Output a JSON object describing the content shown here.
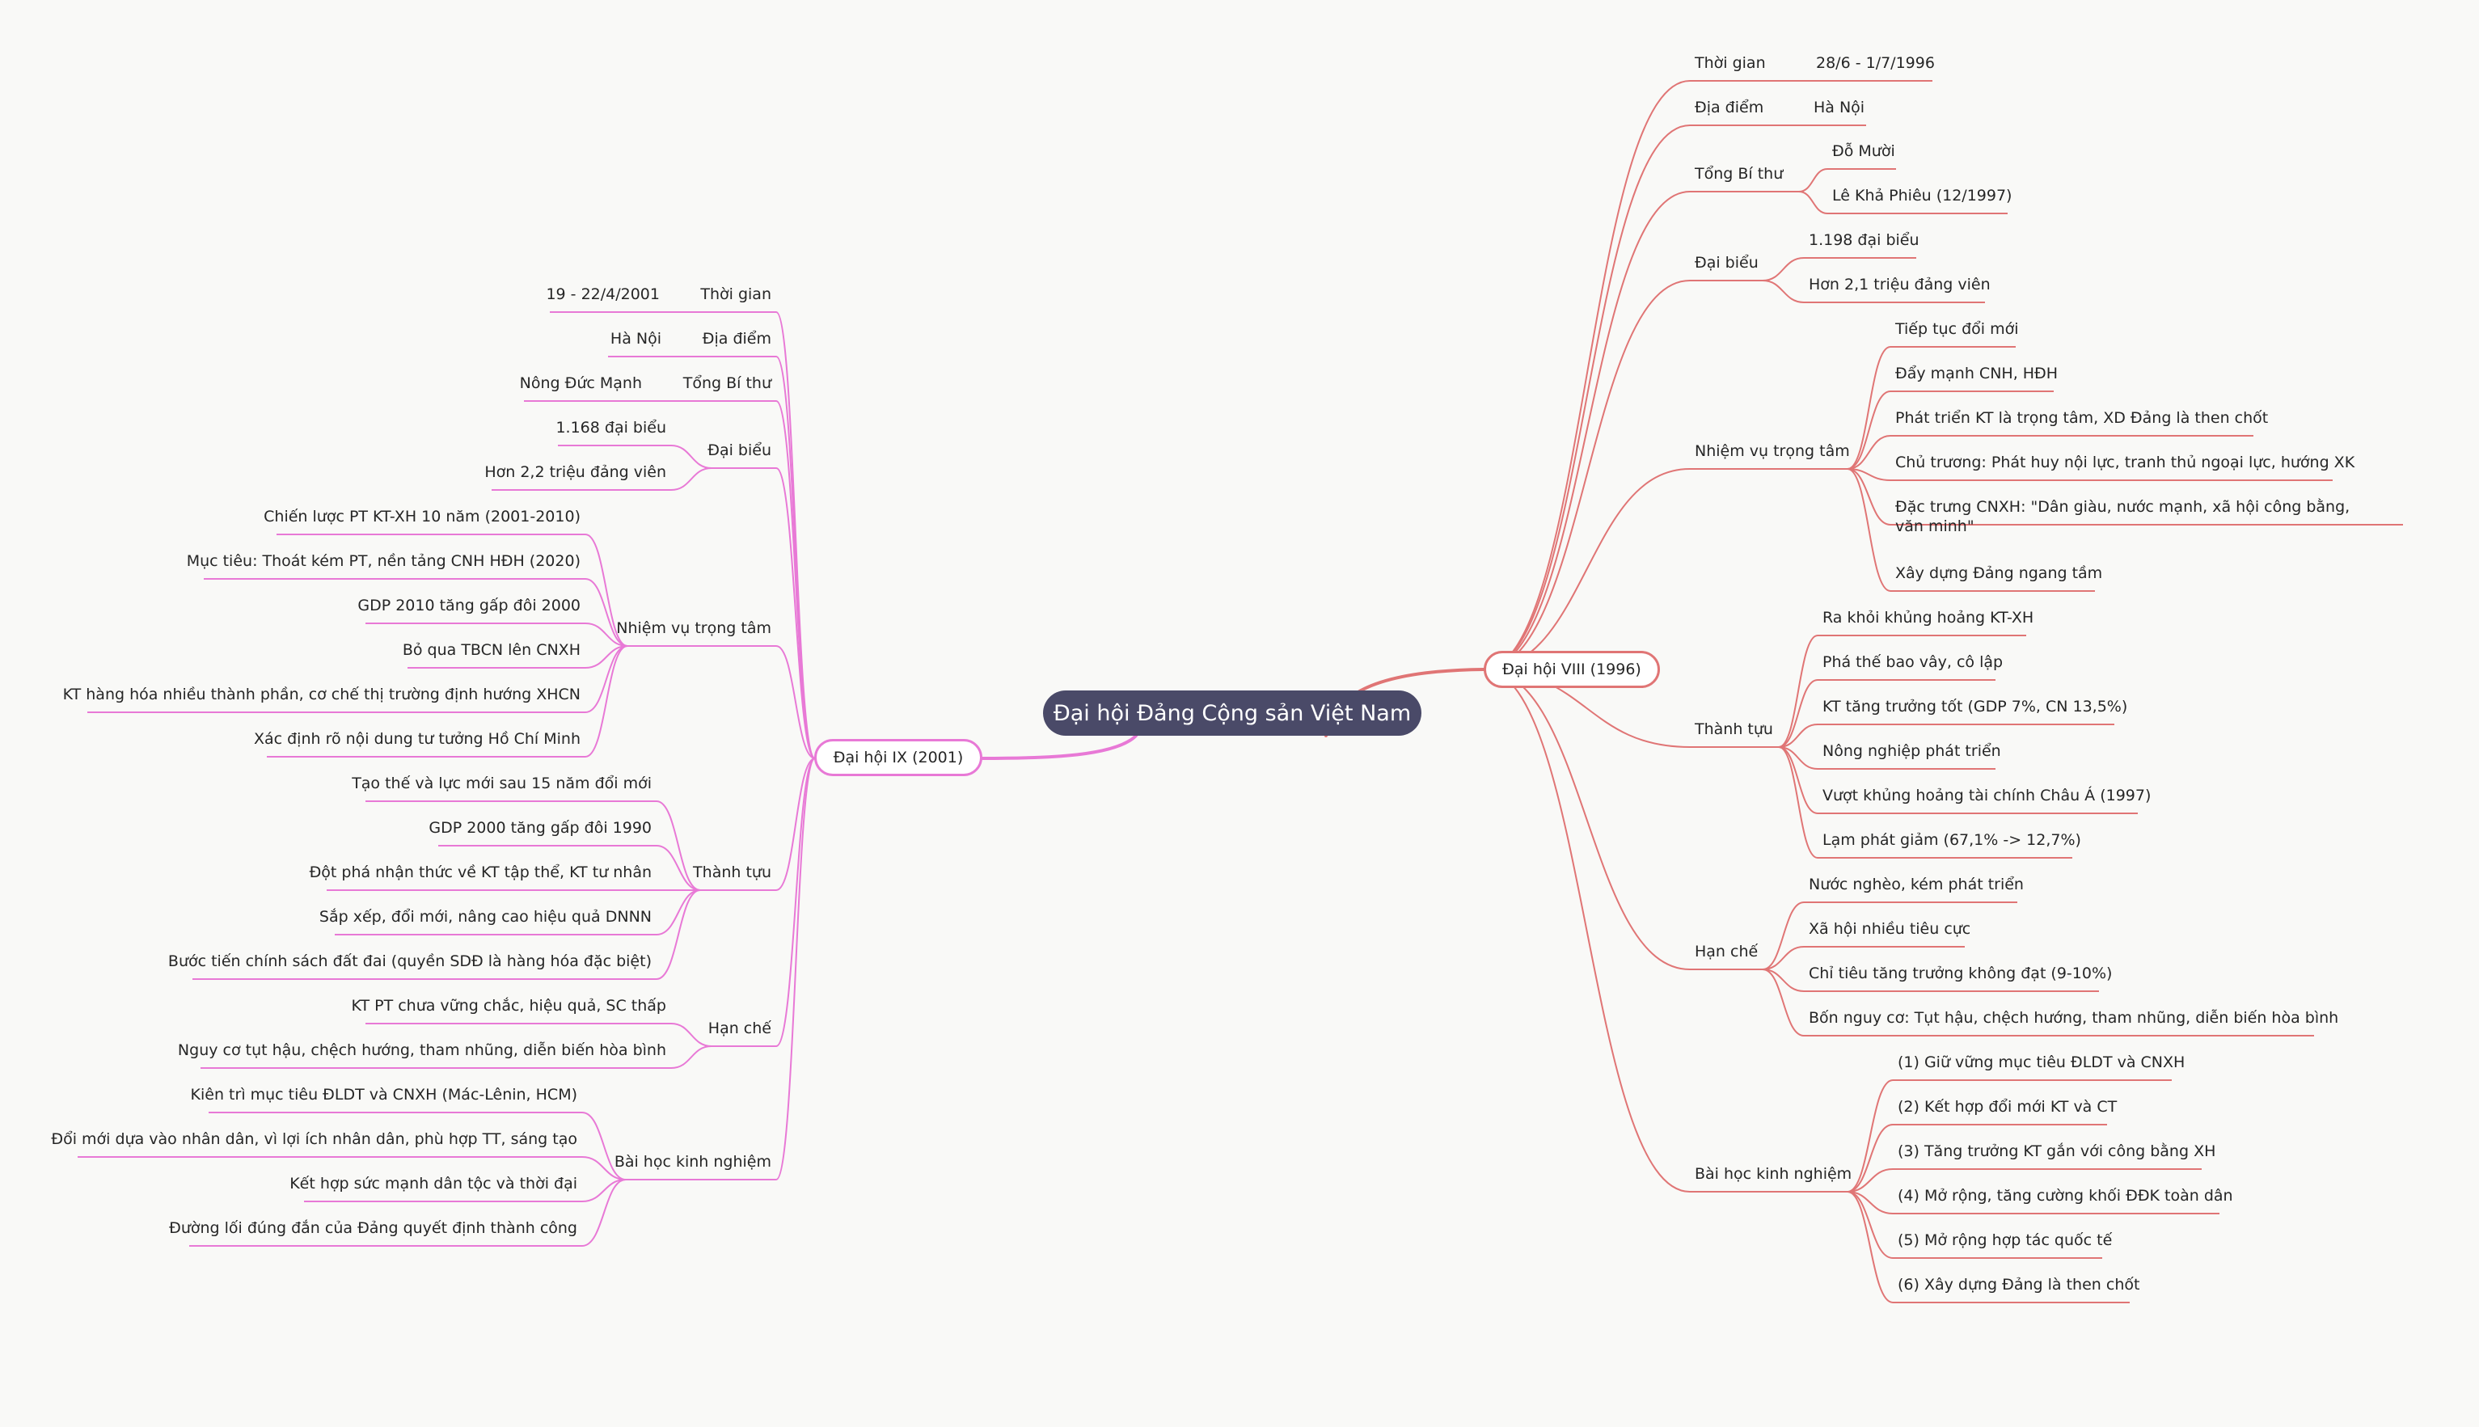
{
  "colors": {
    "root_bg": "#4a4a68",
    "right_branch": "#e07575",
    "left_branch": "#e879d6",
    "background": "#f9f9f7"
  },
  "root": "Đại hội Đảng Cộng sản Việt Nam",
  "right": {
    "title": "Đại hội VIII (1996)",
    "time_label": "Thời gian",
    "time_value": "28/6 - 1/7/1996",
    "place_label": "Địa điểm",
    "place_value": "Hà Nội",
    "sec_label": "Tổng Bí thư",
    "sec_values": [
      "Đỗ Mười",
      "Lê Khả Phiêu (12/1997)"
    ],
    "dele_label": "Đại biểu",
    "dele_values": [
      "1.198 đại biểu",
      "Hơn 2,1 triệu đảng viên"
    ],
    "task_label": "Nhiệm vụ trọng tâm",
    "task_values": [
      "Tiếp tục đổi mới",
      "Đẩy mạnh CNH, HĐH",
      "Phát triển KT là trọng tâm, XD Đảng là then chốt",
      "Chủ trương: Phát huy nội lực, tranh thủ ngoại lực, hướng XK",
      "Đặc trưng CNXH: \"Dân giàu, nước mạnh, xã hội công bằng, văn minh\"",
      "Xây dựng Đảng ngang tầm"
    ],
    "ach_label": "Thành tựu",
    "ach_values": [
      "Ra khỏi khủng hoảng KT-XH",
      "Phá thế bao vây, cô lập",
      "KT tăng trưởng tốt (GDP 7%, CN 13,5%)",
      "Nông nghiệp phát triển",
      "Vượt khủng hoảng tài chính Châu Á (1997)",
      "Lạm phát giảm (67,1% -> 12,7%)"
    ],
    "lim_label": "Hạn chế",
    "lim_values": [
      "Nước nghèo, kém phát triển",
      "Xã hội nhiều tiêu cực",
      "Chỉ tiêu tăng trưởng không đạt (9-10%)",
      "Bốn nguy cơ: Tụt hậu, chệch hướng, tham nhũng, diễn biến hòa bình"
    ],
    "les_label": "Bài học kinh nghiệm",
    "les_values": [
      "(1) Giữ vững mục tiêu ĐLDT và CNXH",
      "(2) Kết hợp đổi mới KT và CT",
      "(3) Tăng trưởng KT gắn với công bằng XH",
      "(4) Mở rộng, tăng cường khối ĐĐK toàn dân",
      "(5) Mở rộng hợp tác quốc tế",
      "(6) Xây dựng Đảng là then chốt"
    ]
  },
  "left": {
    "title": "Đại hội IX (2001)",
    "time_label": "Thời gian",
    "time_value": "19 - 22/4/2001",
    "place_label": "Địa điểm",
    "place_value": "Hà Nội",
    "sec_label": "Tổng Bí thư",
    "sec_value": "Nông Đức Mạnh",
    "dele_label": "Đại biểu",
    "dele_values": [
      "1.168 đại biểu",
      "Hơn 2,2 triệu đảng viên"
    ],
    "task_label": "Nhiệm vụ trọng tâm",
    "task_values": [
      "Chiến lược PT KT-XH 10 năm (2001-2010)",
      "Mục tiêu: Thoát kém PT, nền tảng CNH HĐH (2020)",
      "GDP 2010 tăng gấp đôi 2000",
      "Bỏ qua TBCN lên CNXH",
      "KT hàng hóa nhiều thành phần, cơ chế thị trường định hướng XHCN",
      "Xác định rõ nội dung tư tưởng Hồ Chí Minh"
    ],
    "ach_label": "Thành tựu",
    "ach_values": [
      "Tạo thế và lực mới sau 15 năm đổi mới",
      "GDP 2000 tăng gấp đôi 1990",
      "Đột phá nhận thức về KT tập thể, KT tư nhân",
      "Sắp xếp, đổi mới, nâng cao hiệu quả DNNN",
      "Bước tiến chính sách đất đai (quyền SDĐ là hàng hóa đặc biệt)"
    ],
    "lim_label": "Hạn chế",
    "lim_values": [
      "KT PT chưa vững chắc, hiệu quả, SC thấp",
      "Nguy cơ tụt hậu, chệch hướng, tham nhũng, diễn biến hòa bình"
    ],
    "les_label": "Bài học kinh nghiệm",
    "les_values": [
      "Kiên trì mục tiêu ĐLDT và CNXH (Mác-Lênin, HCM)",
      "Đổi mới dựa vào nhân dân, vì lợi ích nhân dân, phù hợp TT, sáng tạo",
      "Kết hợp sức mạnh dân tộc và thời đại",
      "Đường lối đúng đắn của Đảng quyết định thành công"
    ]
  }
}
